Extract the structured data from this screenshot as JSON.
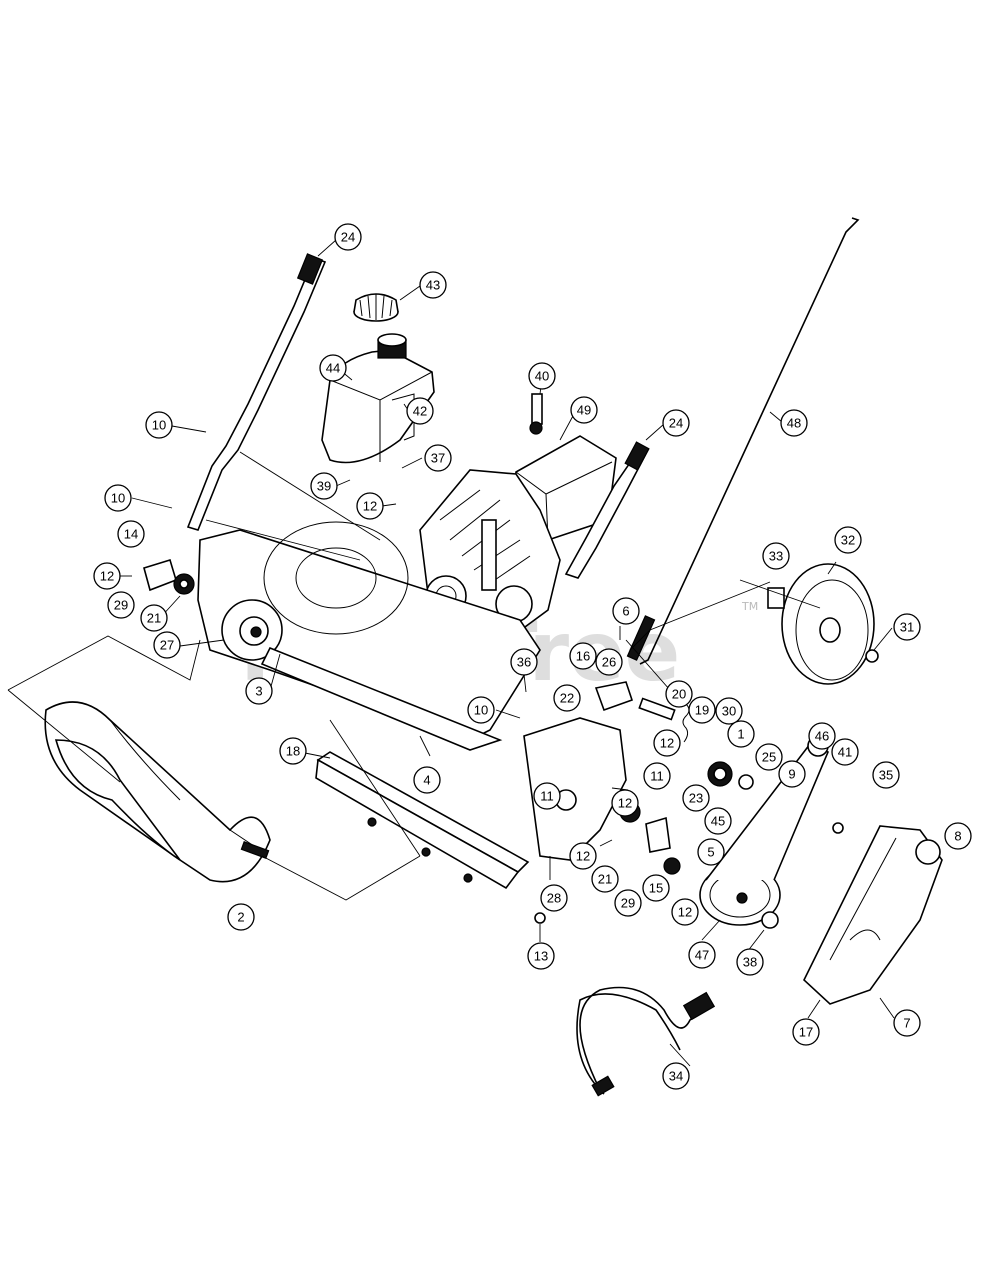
{
  "watermark": {
    "text": "PartsTree",
    "tm": "TM"
  },
  "callouts": [
    {
      "id": "c-24a",
      "label": "24"
    },
    {
      "id": "c-43",
      "label": "43"
    },
    {
      "id": "c-44",
      "label": "44"
    },
    {
      "id": "c-42",
      "label": "42"
    },
    {
      "id": "c-40",
      "label": "40"
    },
    {
      "id": "c-49",
      "label": "49"
    },
    {
      "id": "c-24b",
      "label": "24"
    },
    {
      "id": "c-48",
      "label": "48"
    },
    {
      "id": "c-10a",
      "label": "10"
    },
    {
      "id": "c-37",
      "label": "37"
    },
    {
      "id": "c-39",
      "label": "39"
    },
    {
      "id": "c-10b",
      "label": "10"
    },
    {
      "id": "c-12a",
      "label": "12"
    },
    {
      "id": "c-14",
      "label": "14"
    },
    {
      "id": "c-12b",
      "label": "12"
    },
    {
      "id": "c-29a",
      "label": "29"
    },
    {
      "id": "c-21a",
      "label": "21"
    },
    {
      "id": "c-33",
      "label": "33"
    },
    {
      "id": "c-32",
      "label": "32"
    },
    {
      "id": "c-27",
      "label": "27"
    },
    {
      "id": "c-6",
      "label": "6"
    },
    {
      "id": "c-31",
      "label": "31"
    },
    {
      "id": "c-36",
      "label": "36"
    },
    {
      "id": "c-16",
      "label": "16"
    },
    {
      "id": "c-26",
      "label": "26"
    },
    {
      "id": "c-3",
      "label": "3"
    },
    {
      "id": "c-22",
      "label": "22"
    },
    {
      "id": "c-20",
      "label": "20"
    },
    {
      "id": "c-10c",
      "label": "10"
    },
    {
      "id": "c-19",
      "label": "19"
    },
    {
      "id": "c-30",
      "label": "30"
    },
    {
      "id": "c-46",
      "label": "46"
    },
    {
      "id": "c-1",
      "label": "1"
    },
    {
      "id": "c-12c",
      "label": "12"
    },
    {
      "id": "c-41",
      "label": "41"
    },
    {
      "id": "c-25",
      "label": "25"
    },
    {
      "id": "c-18",
      "label": "18"
    },
    {
      "id": "c-35",
      "label": "35"
    },
    {
      "id": "c-9",
      "label": "9"
    },
    {
      "id": "c-4",
      "label": "4"
    },
    {
      "id": "c-11a",
      "label": "11"
    },
    {
      "id": "c-12d",
      "label": "12"
    },
    {
      "id": "c-11b",
      "label": "11"
    },
    {
      "id": "c-23",
      "label": "23"
    },
    {
      "id": "c-45",
      "label": "45"
    },
    {
      "id": "c-8",
      "label": "8"
    },
    {
      "id": "c-12e",
      "label": "12"
    },
    {
      "id": "c-5",
      "label": "5"
    },
    {
      "id": "c-21b",
      "label": "21"
    },
    {
      "id": "c-15",
      "label": "15"
    },
    {
      "id": "c-29b",
      "label": "29"
    },
    {
      "id": "c-28",
      "label": "28"
    },
    {
      "id": "c-12f",
      "label": "12"
    },
    {
      "id": "c-2",
      "label": "2"
    },
    {
      "id": "c-47",
      "label": "47"
    },
    {
      "id": "c-38",
      "label": "38"
    },
    {
      "id": "c-13",
      "label": "13"
    },
    {
      "id": "c-7",
      "label": "7"
    },
    {
      "id": "c-17",
      "label": "17"
    },
    {
      "id": "c-34",
      "label": "34"
    }
  ]
}
